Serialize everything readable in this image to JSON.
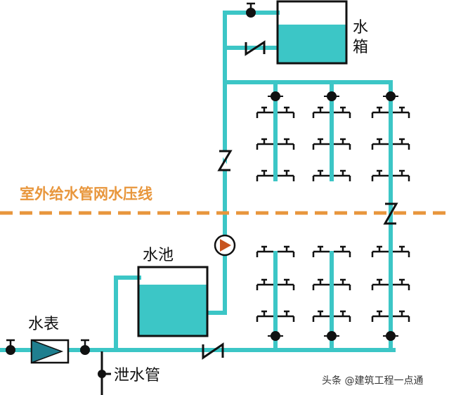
{
  "labels": {
    "tank": "水箱",
    "pool": "水池",
    "meter": "水表",
    "drain": "泄水管",
    "pressure_line": "室外给水管网水压线",
    "watermark": "头条 @建筑工程一点通"
  },
  "colors": {
    "pipe": "#3cc6c6",
    "water": "#3cc6c6",
    "outline": "#111111",
    "pressure_line": "#e8963c",
    "pump": "#c7541f"
  }
}
